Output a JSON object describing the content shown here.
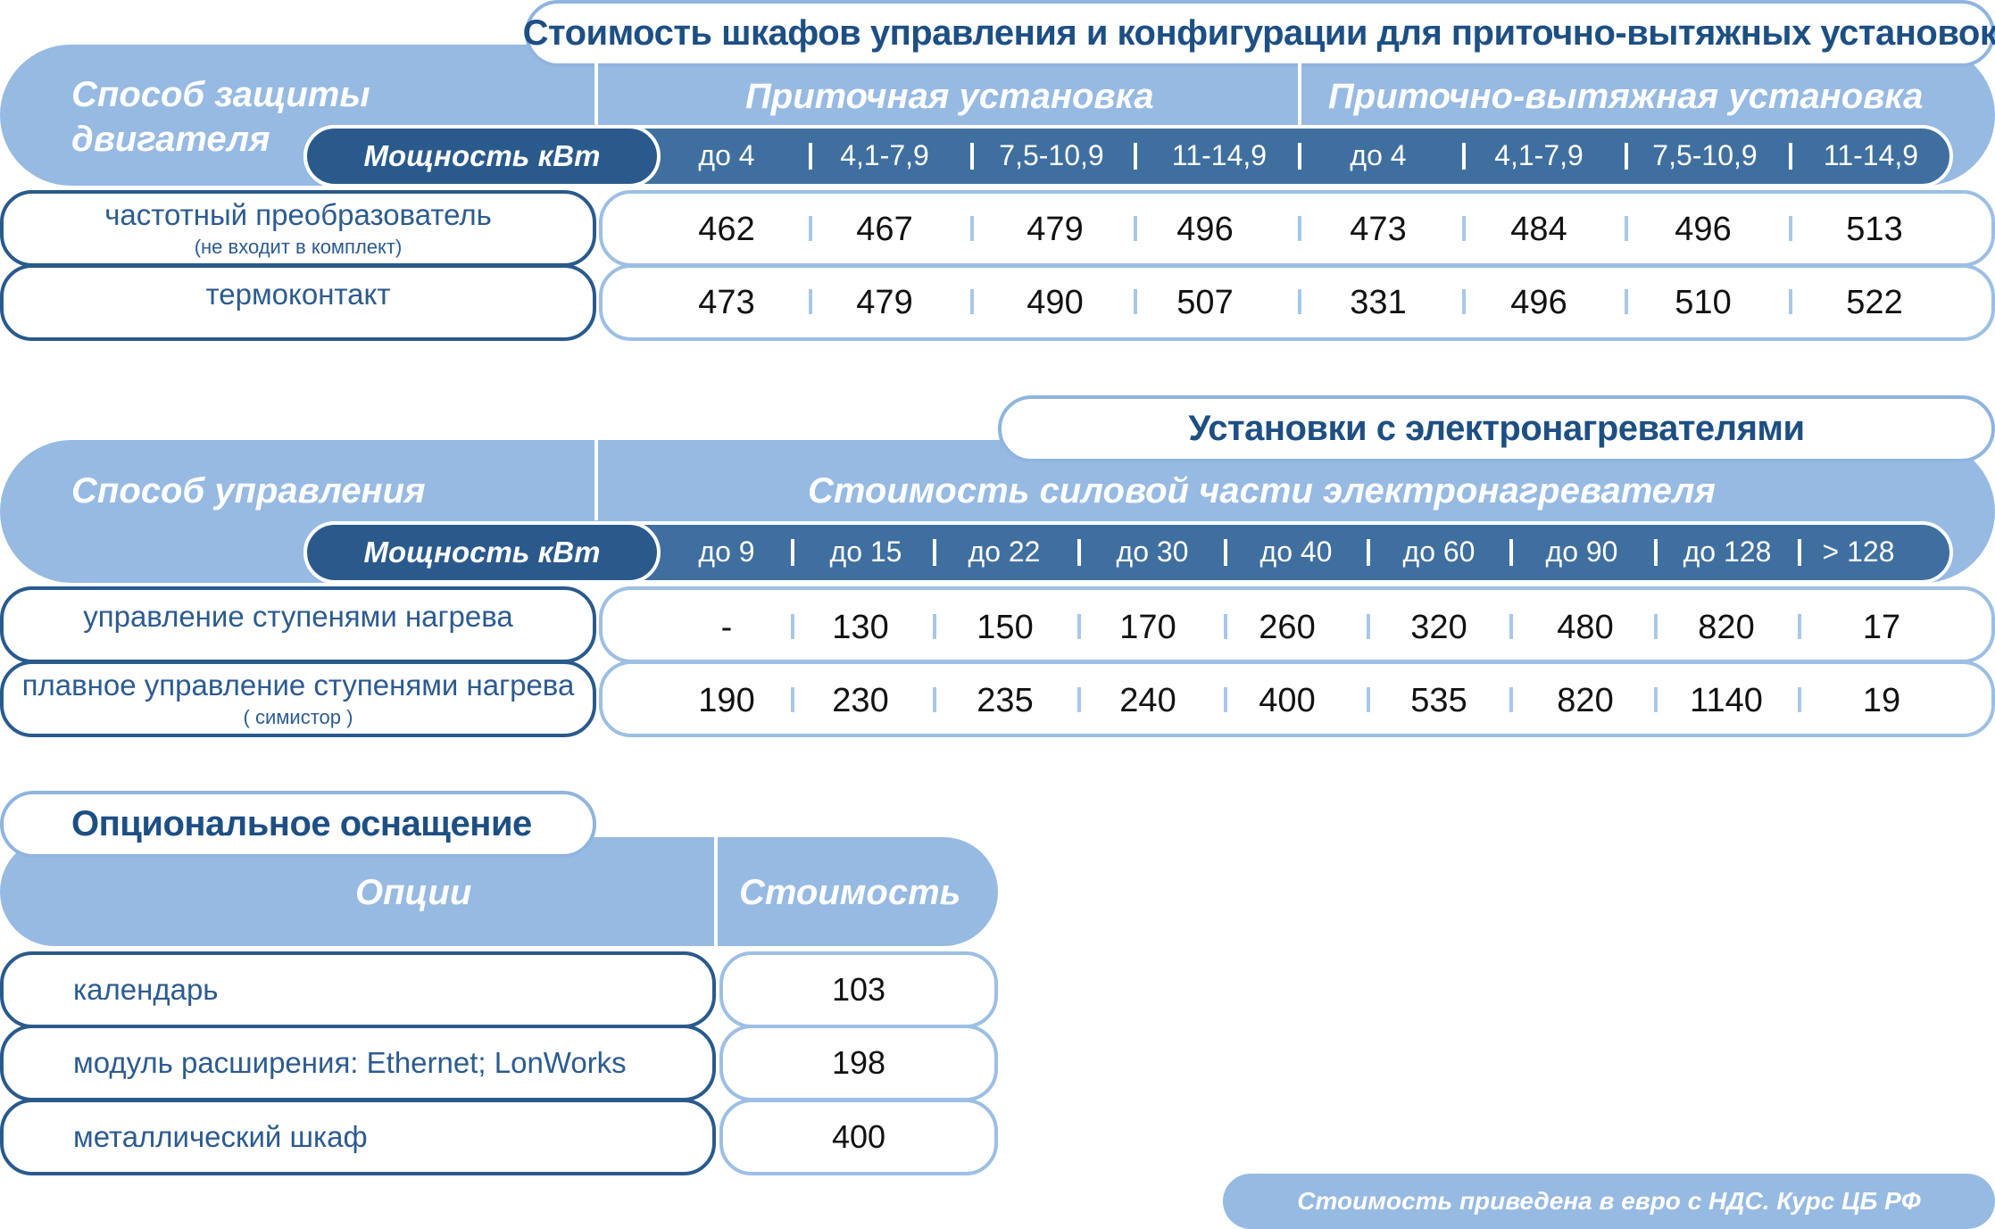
{
  "section1": {
    "title": "Стоимость шкафов управления и конфигурации для приточно-вытяжных установок",
    "left_header": "Способ защиты двигателя",
    "left_header_line1": "Способ защиты",
    "left_header_line2": "двигателя",
    "group_a": "Приточная установка",
    "group_b": "Приточно-вытяжная установка",
    "power_label": "Мощность кВт",
    "ranges": [
      "до 4",
      "4,1-7,9",
      "7,5-10,9",
      "11-14,9",
      "до 4",
      "4,1-7,9",
      "7,5-10,9",
      "11-14,9"
    ],
    "rows": [
      {
        "label": "частотный преобразователь",
        "note": "(не входит в комплект)",
        "values": [
          "462",
          "467",
          "479",
          "496",
          "473",
          "484",
          "496",
          "513"
        ]
      },
      {
        "label": "термоконтакт",
        "note": "",
        "values": [
          "473",
          "479",
          "490",
          "507",
          "331",
          "496",
          "510",
          "522"
        ]
      }
    ]
  },
  "section2": {
    "title": "Установки с электронагревателями",
    "left_header": "Способ управления",
    "group": "Стоимость силовой части электронагревателя",
    "power_label": "Мощность кВт",
    "ranges": [
      "до 9",
      "до 15",
      "до 22",
      "до 30",
      "до 40",
      "до 60",
      "до 90",
      "до 128",
      "> 128"
    ],
    "rows": [
      {
        "label": "управление ступенями нагрева",
        "note": "",
        "values": [
          "-",
          "130",
          "150",
          "170",
          "260",
          "320",
          "480",
          "820",
          "17"
        ]
      },
      {
        "label": "плавное управление ступенями нагрева",
        "note": "( симистор )",
        "values": [
          "190",
          "230",
          "235",
          "240",
          "400",
          "535",
          "820",
          "1140",
          "19"
        ]
      }
    ]
  },
  "section3": {
    "title": "Опциональное оснащение",
    "col_options": "Опции",
    "col_cost": "Стоимость",
    "rows": [
      {
        "label": "календарь",
        "value": "103"
      },
      {
        "label": "модуль расширения: Ethernet; LonWorks",
        "value": "198"
      },
      {
        "label": "металлический шкаф",
        "value": "400"
      }
    ]
  },
  "footer": "Стоимость приведена в евро с НДС. Курс ЦБ РФ",
  "colors": {
    "light_blue": "#96bae2",
    "dark_blue": "#2a5a8c",
    "title_blue": "#1d4f83"
  }
}
